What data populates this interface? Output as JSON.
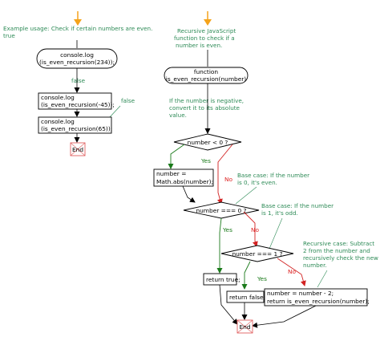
{
  "left": {
    "comment": [
      "Example usage: Check if certain numbers are even.",
      "true"
    ],
    "call1": [
      "console.log",
      "(is_even_recursion(234));"
    ],
    "false1": "false",
    "call2": [
      "console.log",
      "(is_even_recursion(-45));"
    ],
    "false2": "false",
    "call3": [
      "console.log",
      "(is_even_recursion(65));"
    ],
    "end": "End"
  },
  "right": {
    "comment": [
      "Recursive JavaScript",
      "function to check if a",
      "number is even."
    ],
    "func": [
      "function",
      "is_even_recursion(number)"
    ],
    "neg_comment": [
      "If the number is negative,",
      "convert it to its absolute",
      "value."
    ],
    "cond1": "number < 0 ?",
    "yes1": "Yes",
    "no1": "No",
    "abs": [
      "number =",
      "Math.abs(number);"
    ],
    "base0_comment": [
      "Base case: If the number",
      "is 0, it's even."
    ],
    "cond2": "number === 0 ?",
    "yes2": "Yes",
    "no2": "No",
    "base1_comment": [
      "Base case: If the number",
      "is 1, it's odd."
    ],
    "cond3": "number === 1 ?",
    "yes3": "Yes",
    "no3": "No",
    "rec_comment": [
      "Recursive case: Subtract",
      "2 from the number and",
      "recursively check the new",
      "number."
    ],
    "ret_true": "return true;",
    "ret_false": "return false;",
    "recurse": [
      "number = number - 2;",
      "return is_even_recursion(number);"
    ],
    "end": "End"
  },
  "colors": {
    "start_arrow": "#f5a31a",
    "comment_text": "#2e8b57",
    "yes": "#1a7a1a",
    "no": "#d22222",
    "end_border": "#e06060"
  }
}
